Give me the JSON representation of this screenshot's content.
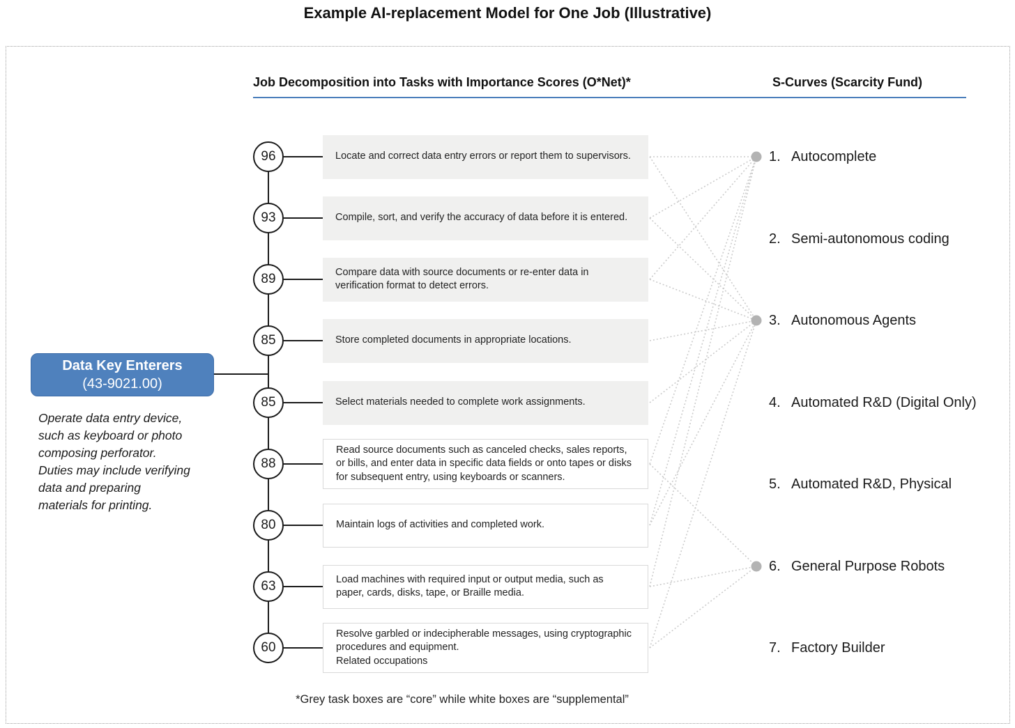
{
  "title": "Example AI-replacement Model for One Job (Illustrative)",
  "columns": {
    "left_header": "Job Decomposition into Tasks with Importance Scores (O*Net)*",
    "right_header": "S-Curves (Scarcity Fund)"
  },
  "job": {
    "name": "Data Key Enterers",
    "code": "(43-9021.00)",
    "description_lines": [
      "Operate data entry device,",
      "such as keyboard or photo",
      "composing perforator.",
      "Duties may include verifying",
      "data and preparing",
      "materials for printing."
    ]
  },
  "tasks": [
    {
      "score": "96",
      "text": "Locate and correct data entry errors or report them to supervisors.",
      "style": "core"
    },
    {
      "score": "93",
      "text": "Compile, sort, and verify the accuracy of data before it is entered.",
      "style": "core"
    },
    {
      "score": "89",
      "text": "Compare data with source documents or re-enter data in verification format to detect errors.",
      "style": "core"
    },
    {
      "score": "85",
      "text": "Store completed documents in appropriate locations.",
      "style": "core"
    },
    {
      "score": "85",
      "text": "Select materials needed to complete work assignments.",
      "style": "core"
    },
    {
      "score": "88",
      "text": "Read source documents such as canceled checks, sales reports, or bills, and enter data in specific data fields or onto tapes or disks for subsequent entry, using keyboards or scanners.",
      "style": "supplemental"
    },
    {
      "score": "80",
      "text": "Maintain logs of activities and completed work.",
      "style": "supplemental"
    },
    {
      "score": "63",
      "text": "Load machines with required input or output media, such as paper, cards, disks, tape, or Braille media.",
      "style": "supplemental"
    },
    {
      "score": "60",
      "text": "Resolve garbled or indecipherable messages, using cryptographic procedures and equipment.",
      "text2": "Related occupations",
      "style": "supplemental"
    }
  ],
  "scurves": [
    {
      "num": "1.",
      "label": "Autocomplete",
      "dot": true
    },
    {
      "num": "2.",
      "label": "Semi-autonomous coding",
      "dot": false
    },
    {
      "num": "3.",
      "label": "Autonomous Agents",
      "dot": true
    },
    {
      "num": "4.",
      "label": "Automated R&D (Digital Only)",
      "dot": false
    },
    {
      "num": "5.",
      "label": "Automated R&D, Physical",
      "dot": false
    },
    {
      "num": "6.",
      "label": "General Purpose Robots",
      "dot": true
    },
    {
      "num": "7.",
      "label": "Factory Builder",
      "dot": false
    }
  ],
  "connections": [
    {
      "task": 1,
      "scurve": 1
    },
    {
      "task": 2,
      "scurve": 1
    },
    {
      "task": 3,
      "scurve": 1
    },
    {
      "task": 6,
      "scurve": 1
    },
    {
      "task": 7,
      "scurve": 1
    },
    {
      "task": 8,
      "scurve": 1
    },
    {
      "task": 1,
      "scurve": 3
    },
    {
      "task": 2,
      "scurve": 3
    },
    {
      "task": 3,
      "scurve": 3
    },
    {
      "task": 4,
      "scurve": 3
    },
    {
      "task": 5,
      "scurve": 3
    },
    {
      "task": 7,
      "scurve": 3
    },
    {
      "task": 9,
      "scurve": 3
    },
    {
      "task": 6,
      "scurve": 6
    },
    {
      "task": 8,
      "scurve": 6
    },
    {
      "task": 9,
      "scurve": 6
    }
  ],
  "footnote": "*Grey task boxes are “core” while white boxes are “supplemental”",
  "colors": {
    "accent_blue": "#4f81bd",
    "underline_blue": "#4a7ebb",
    "core_grey": "#f0f0ef",
    "dot_grey": "#b3b3b3",
    "dotted_line_grey": "#cbcbcb",
    "solid_line_black": "#1a1a1a"
  }
}
